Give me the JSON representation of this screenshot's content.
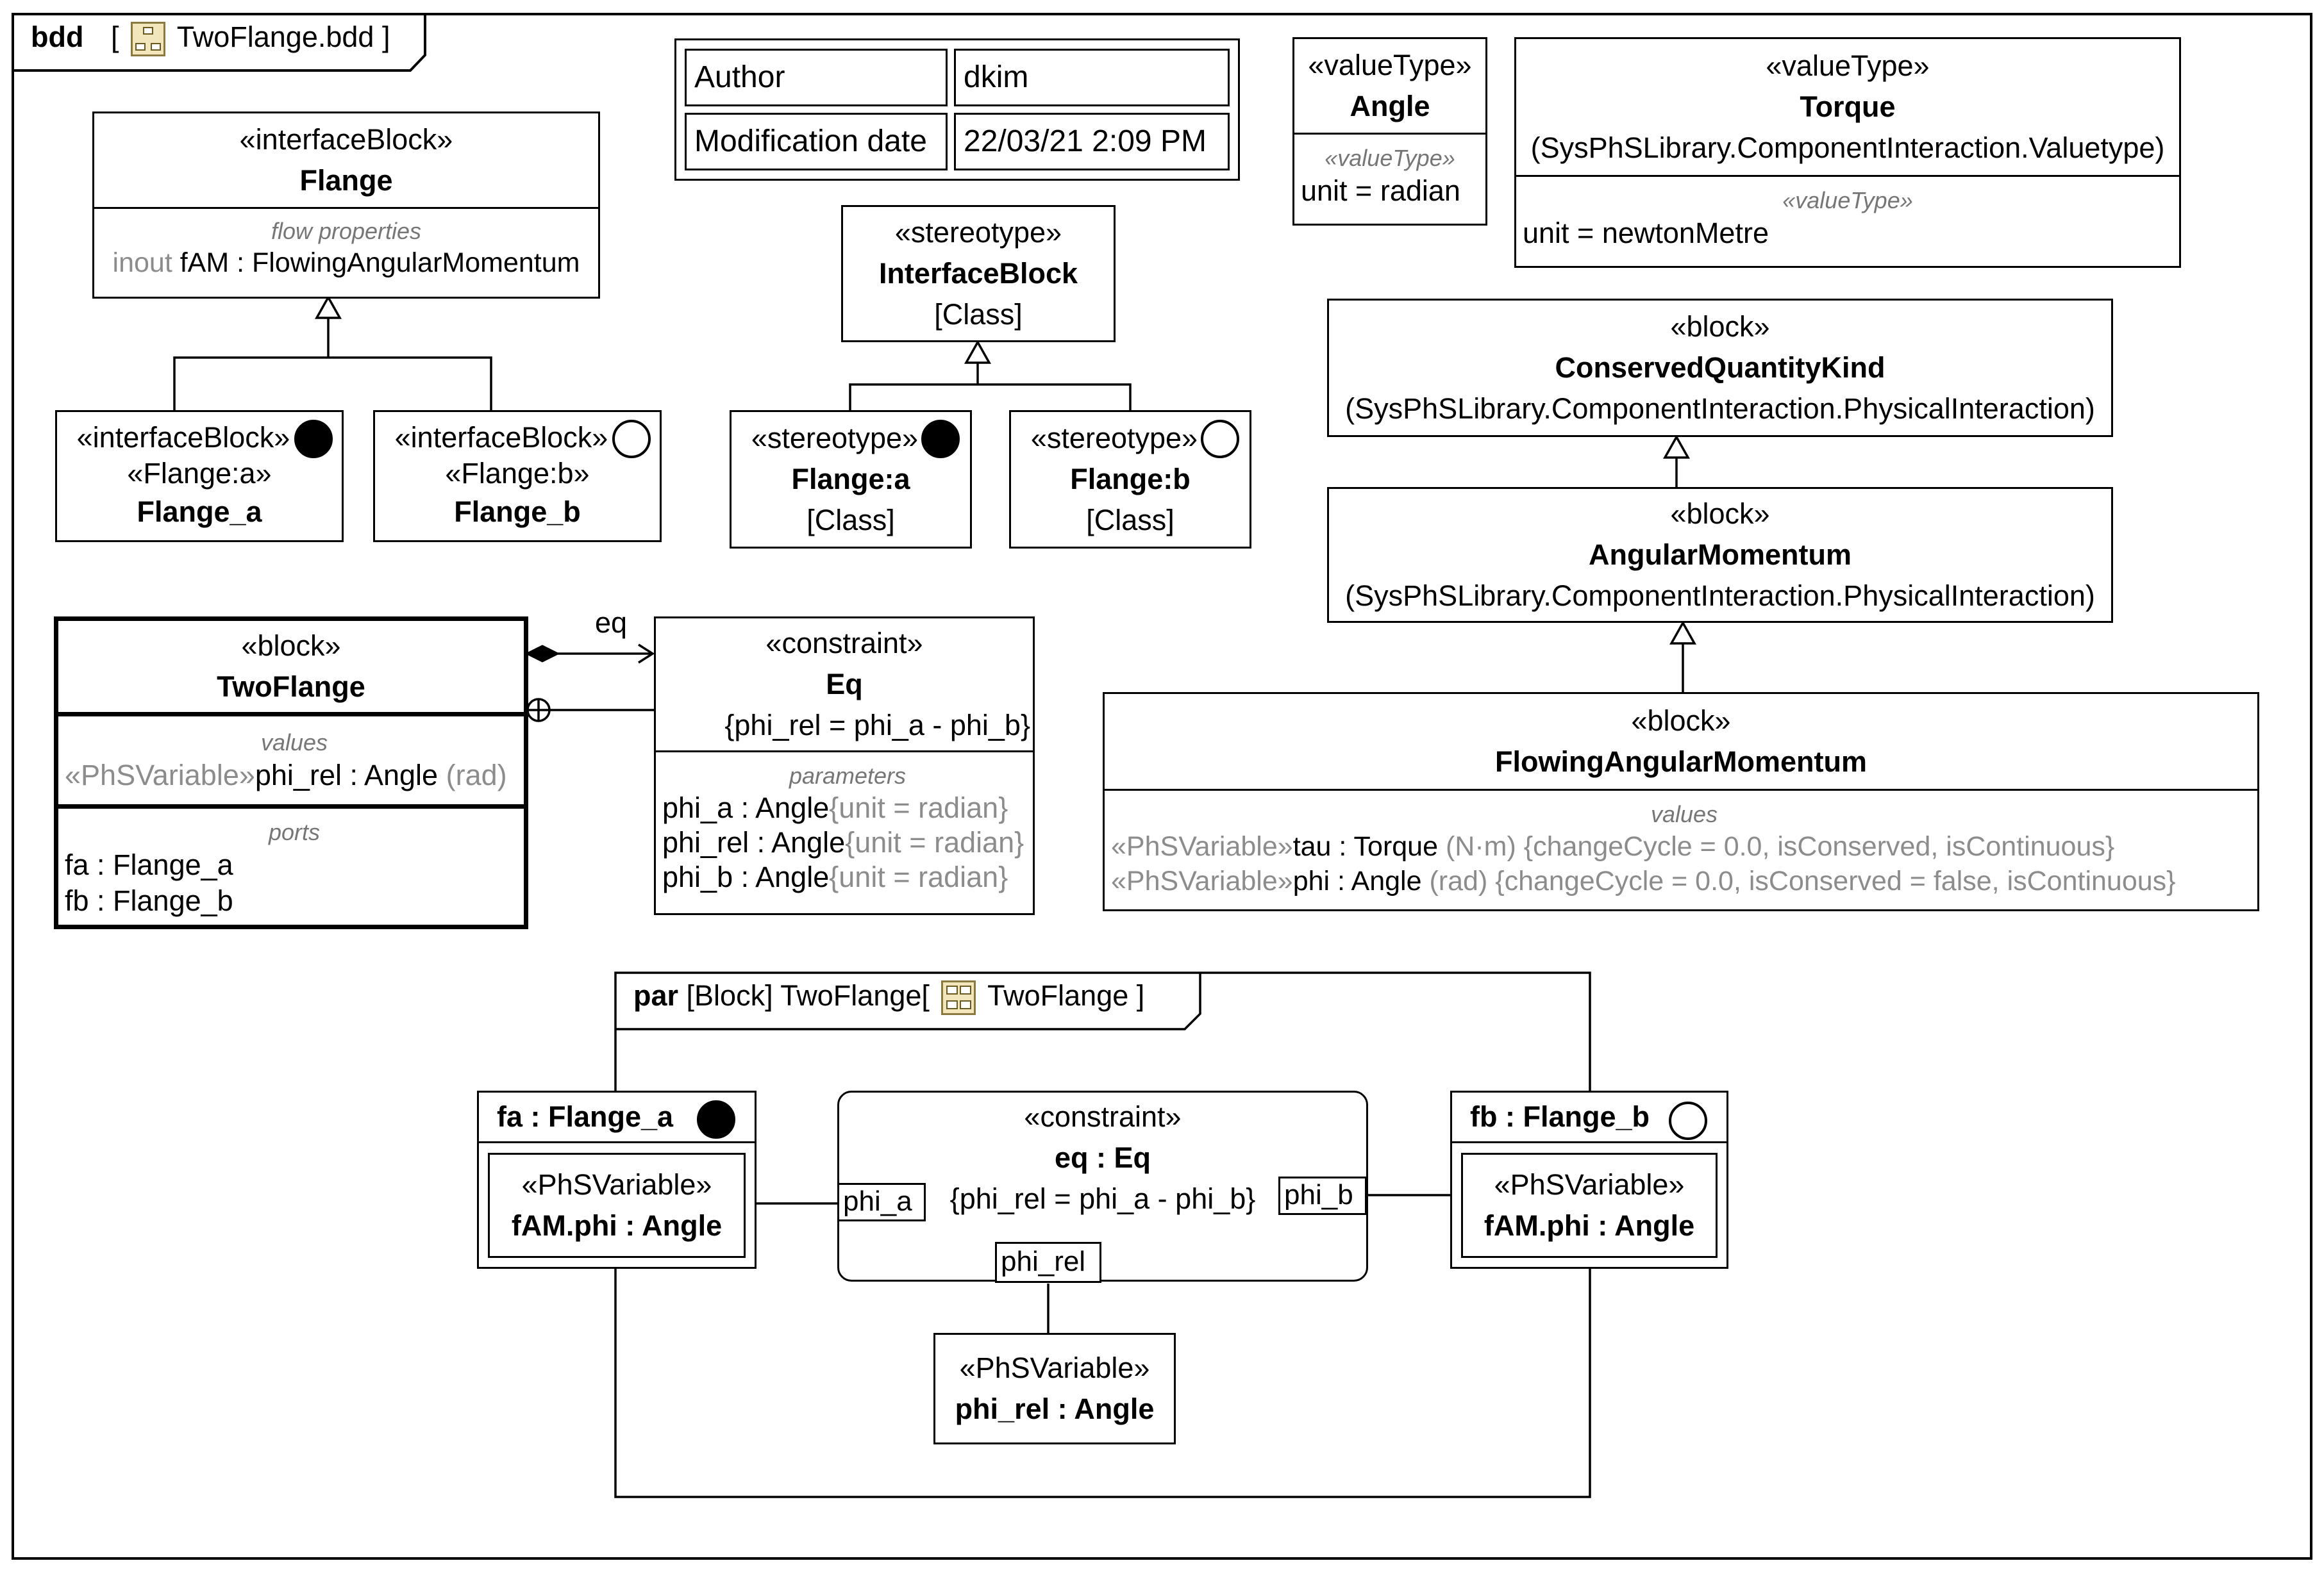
{
  "bdd_frame": {
    "kind": "bdd",
    "name_open": "[",
    "name": "TwoFlange.bdd",
    "name_close": "]",
    "icon": "bdd-diagram-icon"
  },
  "info_table": {
    "author_label": "Author",
    "author_value": "dkim",
    "date_label": "Modification date",
    "date_value": "22/03/21 2:09 PM"
  },
  "flange": {
    "stereotype": "«interfaceBlock»",
    "name": "Flange",
    "section": "flow properties",
    "prop_dir": "inout ",
    "prop": "fAM",
    "prop_type": " : FlowingAngularMomentum"
  },
  "flange_a": {
    "stereotype": "«interfaceBlock»",
    "stereotype2": "«Flange:a»",
    "name": "Flange_a",
    "marker": "filled-circle-icon"
  },
  "flange_b": {
    "stereotype": "«interfaceBlock»",
    "stereotype2": "«Flange:b»",
    "name": "Flange_b",
    "marker": "open-circle-icon"
  },
  "interface_stereotype": {
    "stereotype": "«stereotype»",
    "name": "InterfaceBlock",
    "meta": "[Class]"
  },
  "st_flange_a": {
    "stereotype": "«stereotype»",
    "name": "Flange:a",
    "meta": "[Class]",
    "marker": "filled-circle-icon"
  },
  "st_flange_b": {
    "stereotype": "«stereotype»",
    "name": "Flange:b",
    "meta": "[Class]",
    "marker": "open-circle-icon"
  },
  "angle": {
    "stereotype": "«valueType»",
    "name": "Angle",
    "section": "«valueType»",
    "prop": "unit = radian"
  },
  "torque": {
    "stereotype": "«valueType»",
    "name": "Torque",
    "package": "(SysPhSLibrary.ComponentInteraction.Valuetype)",
    "section": "«valueType»",
    "prop": "unit = newtonMetre"
  },
  "conserved": {
    "stereotype": "«block»",
    "name": "ConservedQuantityKind",
    "package": "(SysPhSLibrary.ComponentInteraction.PhysicalInteraction)"
  },
  "angular": {
    "stereotype": "«block»",
    "name": "AngularMomentum",
    "package": "(SysPhSLibrary.ComponentInteraction.PhysicalInteraction)"
  },
  "flowing": {
    "stereotype": "«block»",
    "name": "FlowingAngularMomentum",
    "section": "values",
    "row1_st": "«PhSVariable»",
    "row1_name": "tau",
    "row1_type": " : Torque",
    "row1_rest": " (N·m) {changeCycle = 0.0, isConserved, isContinuous}",
    "row2_st": "«PhSVariable»",
    "row2_name": "phi",
    "row2_type": " : Angle",
    "row2_rest": " (rad) {changeCycle = 0.0, isConserved = false, isContinuous}"
  },
  "twoflange": {
    "stereotype": "«block»",
    "name": "TwoFlange",
    "values_section": "values",
    "value_st": "«PhSVariable»",
    "value_name": "phi_rel",
    "value_type": " : Angle",
    "value_unit": " (rad)",
    "ports_section": "ports",
    "port1_name": "fa",
    "port1_type": " : Flange_a",
    "port2_name": "fb",
    "port2_type": " : Flange_b"
  },
  "eq_assoc_label": "eq",
  "eq": {
    "stereotype": "«constraint»",
    "name": "Eq",
    "expr": "{phi_rel = phi_a - phi_b}",
    "section": "parameters",
    "p1_name": "phi_a",
    "p1_type": " : Angle",
    "p1_unit": "{unit = radian}",
    "p2_name": "phi_rel",
    "p2_type": " : Angle",
    "p2_unit": "{unit = radian}",
    "p3_name": "phi_b",
    "p3_type": " : Angle",
    "p3_unit": "{unit = radian}"
  },
  "par_frame": {
    "kind": "par",
    "context": " [Block] ",
    "owner": "TwoFlange",
    "name_open": "[",
    "name": "TwoFlange",
    "name_close": "]",
    "icon": "par-diagram-icon"
  },
  "par_fa": {
    "title": "fa : Flange_a",
    "inner_st": "«PhSVariable»",
    "inner_name": "fAM.phi : Angle",
    "marker": "filled-circle-icon"
  },
  "par_fb": {
    "title": "fb : Flange_b",
    "inner_st": "«PhSVariable»",
    "inner_name": "fAM.phi : Angle",
    "marker": "open-circle-icon"
  },
  "par_eq": {
    "stereotype": "«constraint»",
    "name": "eq : Eq",
    "expr": "{phi_rel = phi_a - phi_b}",
    "port_a": "phi_a",
    "port_b": "phi_b",
    "port_rel": "phi_rel"
  },
  "par_phirel": {
    "stereotype": "«PhSVariable»",
    "name": "phi_rel : Angle"
  }
}
